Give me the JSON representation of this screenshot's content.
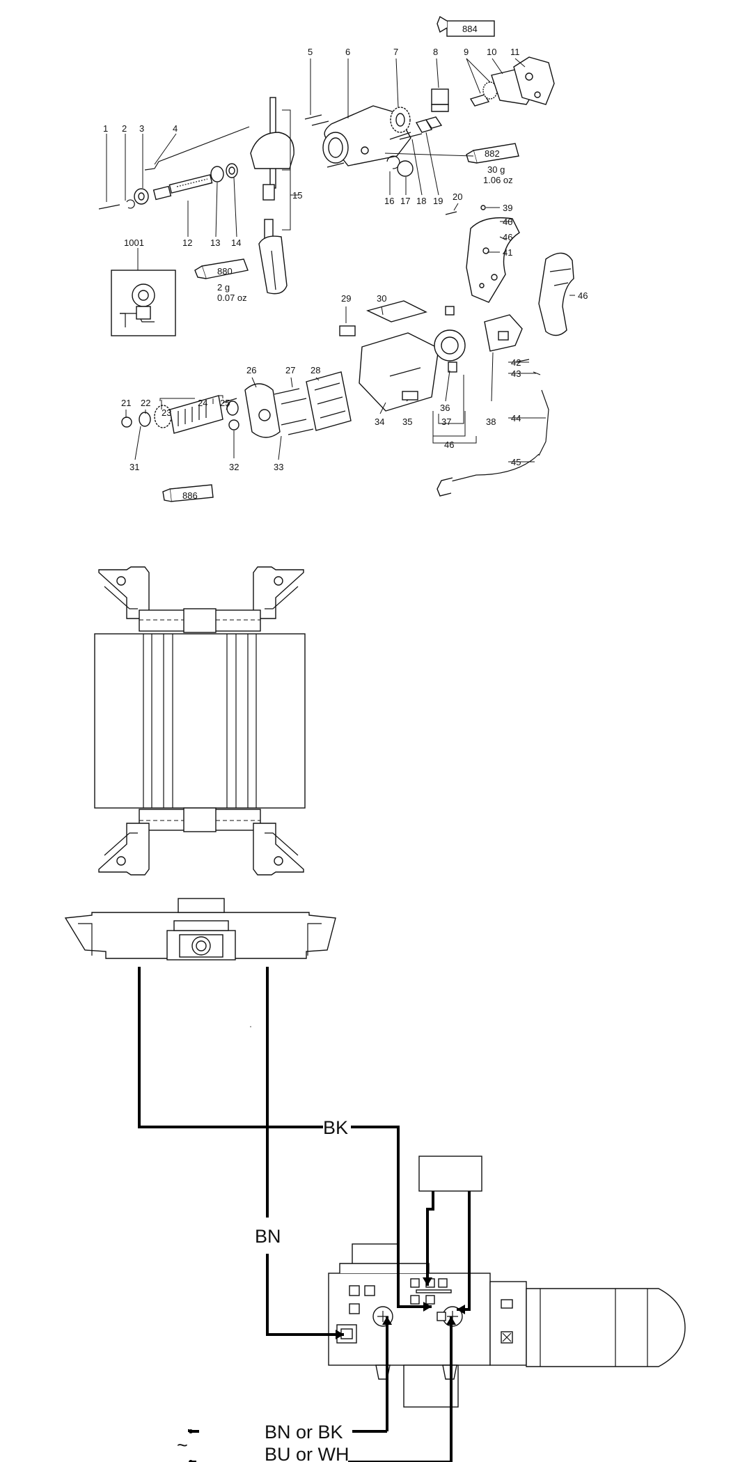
{
  "exploded_view": {
    "part_numbers": [
      "1",
      "2",
      "3",
      "4",
      "5",
      "6",
      "7",
      "8",
      "9",
      "10",
      "11",
      "12",
      "13",
      "14",
      "15",
      "16",
      "17",
      "18",
      "19",
      "20",
      "21",
      "22",
      "23",
      "24",
      "25",
      "26",
      "27",
      "28",
      "29",
      "30",
      "31",
      "32",
      "33",
      "34",
      "35",
      "36",
      "37",
      "38",
      "39",
      "40",
      "41",
      "42",
      "43",
      "44",
      "45",
      "46",
      "46",
      "46",
      "1001"
    ],
    "grease_tubes": [
      {
        "code": "884"
      },
      {
        "code": "882",
        "amount_g": "30 g",
        "amount_oz": "1.06 oz"
      },
      {
        "code": "880",
        "amount_g": "2 g",
        "amount_oz": "0.07 oz"
      },
      {
        "code": "886"
      }
    ]
  },
  "wiring_diagram": {
    "wire_labels": [
      "BK",
      "BN",
      "BN or BK",
      "BU or WH"
    ],
    "ac_symbol": "~"
  }
}
